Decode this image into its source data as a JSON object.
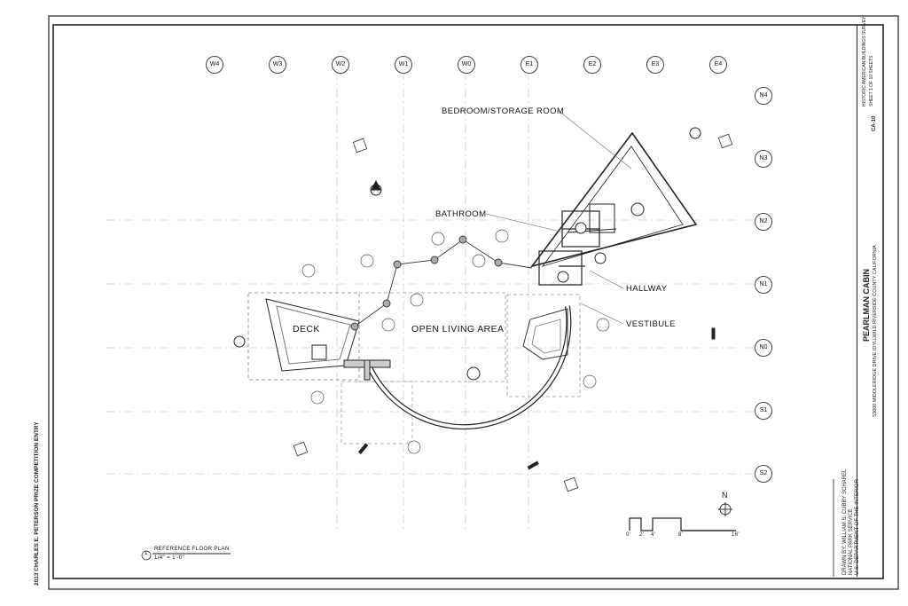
{
  "grid": {
    "columns": [
      "W4",
      "W3",
      "W2",
      "W1",
      "W0",
      "E1",
      "E2",
      "E3",
      "E4"
    ],
    "rows": [
      "N4",
      "N3",
      "N2",
      "N1",
      "N0",
      "S1",
      "S2"
    ]
  },
  "rooms": {
    "bedroom": "BEDROOM/STORAGE ROOM",
    "bathroom": "BATHROOM",
    "hallway": "HALLWAY",
    "vestibule": "VESTIBULE",
    "deck": "DECK",
    "living": "OPEN LIVING AREA"
  },
  "plan_title": {
    "number": "1",
    "name": "REFERENCE FLOOR PLAN",
    "scale": "1/4\" = 1'-0\""
  },
  "north": "N",
  "scale_bar": [
    "0'",
    "2'",
    "4'",
    "8'",
    "16'"
  ],
  "credits": {
    "competition": "2013 CHARLES E. PETERSON PRIZE COMPETITION ENTRY",
    "drawn_by": "DRAWN BY:  WILLIAM S. CUBBY SCHAREL",
    "agency_1": "NATIONAL PARK SERVICE",
    "agency_2": "U.S. DEPARTMENT OF THE INTERIOR"
  },
  "title_block": {
    "project": "PEARLMAN CABIN",
    "address": "53600 MIDDLERIDGE DRIVE  IDYLLWILD   RIVERSIDE COUNTY   CALIFORNIA",
    "survey": "HISTORIC AMERICAN BUILDINGS SURVEY",
    "sheet": "SHEET 1 OF 10 SHEETS",
    "hab_number": "CA-10"
  },
  "colors": {
    "line": "#222222",
    "paper": "#ffffff",
    "dash": "#888888"
  }
}
